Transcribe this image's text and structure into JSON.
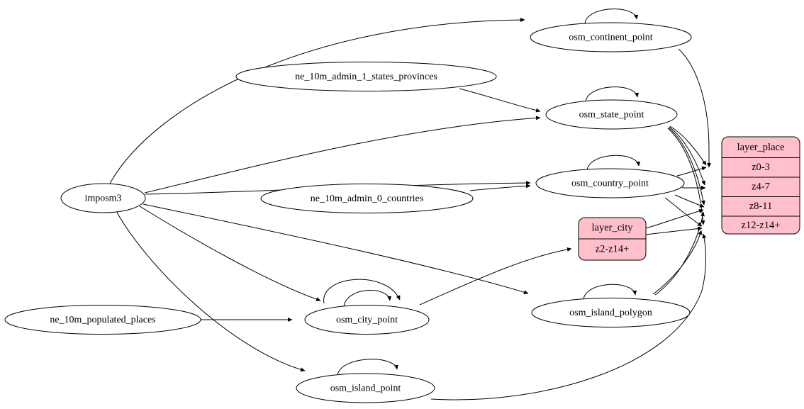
{
  "diagram": {
    "type": "directed-graph",
    "background": "#ffffff",
    "edge_color": "#000000",
    "record_fill": "#ffc0cb",
    "ellipse_fill": "#ffffff",
    "sources": [
      {
        "id": "imposm3",
        "label": "imposm3"
      },
      {
        "id": "ne_admin1",
        "label": "ne_10m_admin_1_states_provinces"
      },
      {
        "id": "ne_admin0",
        "label": "ne_10m_admin_0_countries"
      },
      {
        "id": "ne_populated",
        "label": "ne_10m_populated_places"
      }
    ],
    "tables": [
      {
        "id": "osm_continent_point",
        "label": "osm_continent_point"
      },
      {
        "id": "osm_state_point",
        "label": "osm_state_point"
      },
      {
        "id": "osm_country_point",
        "label": "osm_country_point"
      },
      {
        "id": "osm_city_point",
        "label": "osm_city_point"
      },
      {
        "id": "osm_island_polygon",
        "label": "osm_island_polygon"
      },
      {
        "id": "osm_island_point",
        "label": "osm_island_point"
      }
    ],
    "layers": [
      {
        "id": "layer_place",
        "title": "layer_place",
        "rows": [
          "z0-3",
          "z4-7",
          "z8-11",
          "z12-z14+"
        ]
      },
      {
        "id": "layer_city",
        "title": "layer_city",
        "rows": [
          "z2-z14+"
        ]
      }
    ],
    "edges": [
      {
        "from": "imposm3",
        "to": "osm_continent_point"
      },
      {
        "from": "imposm3",
        "to": "osm_state_point"
      },
      {
        "from": "imposm3",
        "to": "osm_country_point"
      },
      {
        "from": "imposm3",
        "to": "osm_city_point"
      },
      {
        "from": "imposm3",
        "to": "osm_island_polygon"
      },
      {
        "from": "imposm3",
        "to": "osm_island_point"
      },
      {
        "from": "ne_admin1",
        "to": "osm_state_point"
      },
      {
        "from": "ne_admin0",
        "to": "osm_country_point"
      },
      {
        "from": "ne_populated",
        "to": "osm_city_point"
      },
      {
        "from": "osm_continent_point",
        "to": "osm_continent_point"
      },
      {
        "from": "osm_state_point",
        "to": "osm_state_point"
      },
      {
        "from": "osm_country_point",
        "to": "osm_country_point"
      },
      {
        "from": "osm_city_point",
        "to": "osm_city_point"
      },
      {
        "from": "osm_island_polygon",
        "to": "osm_island_polygon"
      },
      {
        "from": "osm_island_point",
        "to": "osm_island_point"
      },
      {
        "from": "osm_continent_point",
        "to": "layer_place.z0-3"
      },
      {
        "from": "osm_state_point",
        "to": "layer_place.z0-3"
      },
      {
        "from": "osm_state_point",
        "to": "layer_place.z4-7"
      },
      {
        "from": "osm_state_point",
        "to": "layer_place.z8-11"
      },
      {
        "from": "osm_state_point",
        "to": "layer_place.z12-z14+"
      },
      {
        "from": "osm_country_point",
        "to": "layer_place.z0-3"
      },
      {
        "from": "osm_country_point",
        "to": "layer_place.z4-7"
      },
      {
        "from": "osm_country_point",
        "to": "layer_place.z8-11"
      },
      {
        "from": "osm_country_point",
        "to": "layer_place.z12-z14+"
      },
      {
        "from": "osm_city_point",
        "to": "layer_city.z2-z14+"
      },
      {
        "from": "layer_city",
        "to": "layer_place.z8-11"
      },
      {
        "from": "layer_city",
        "to": "layer_place.z12-z14+"
      },
      {
        "from": "osm_island_polygon",
        "to": "layer_place.z8-11"
      },
      {
        "from": "osm_island_polygon",
        "to": "layer_place.z12-z14+"
      },
      {
        "from": "osm_island_point",
        "to": "layer_place.z12-z14+"
      }
    ]
  }
}
